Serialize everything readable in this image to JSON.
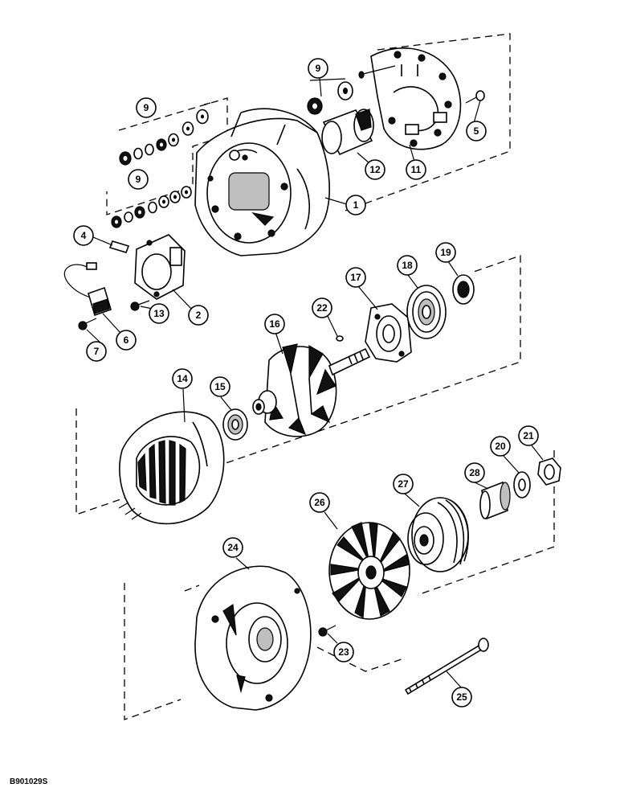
{
  "figure_code": "B901029S",
  "callouts": {
    "c1": "1",
    "c2": "2",
    "c4": "4",
    "c5": "5",
    "c6": "6",
    "c7": "7",
    "c9a": "9",
    "c9b": "9",
    "c9c": "9",
    "c11": "11",
    "c12": "12",
    "c13": "13",
    "c14": "14",
    "c15": "15",
    "c16": "16",
    "c17": "17",
    "c18": "18",
    "c19": "19",
    "c20": "20",
    "c21": "21",
    "c22": "22",
    "c23": "23",
    "c24": "24",
    "c25": "25",
    "c26": "26",
    "c27": "27",
    "c28": "28"
  }
}
